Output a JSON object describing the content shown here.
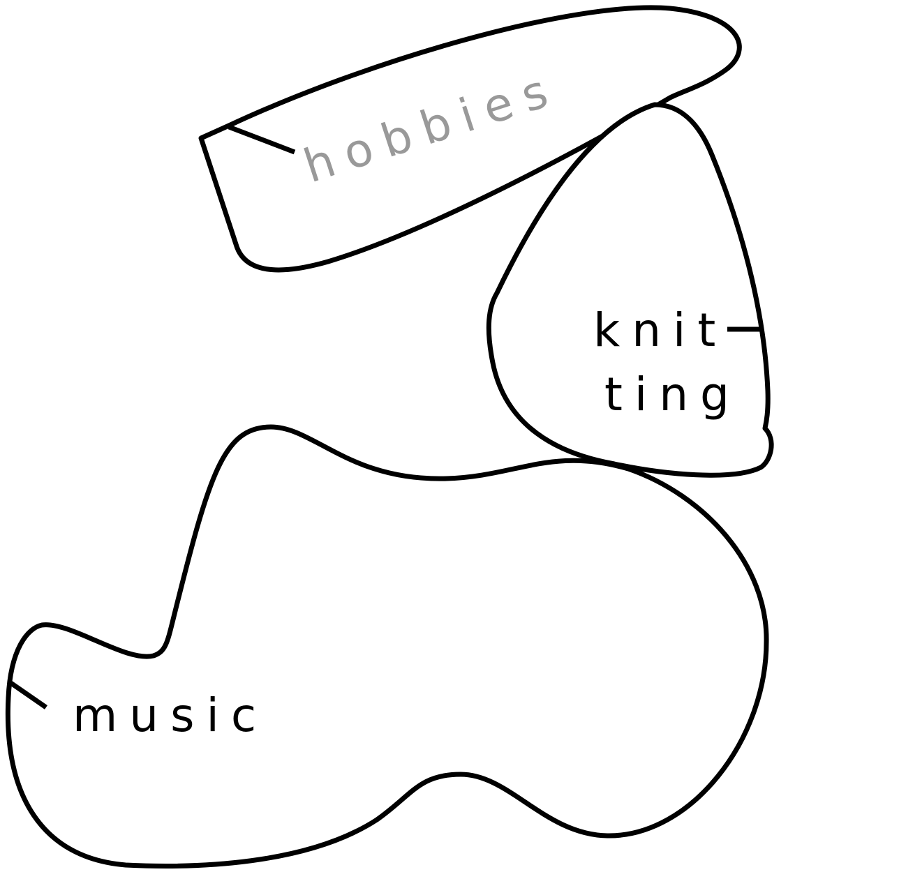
{
  "labels": {
    "hobbies": "hobbies",
    "knitting_line1": "knit",
    "knitting_line2": "ting",
    "music": "music"
  },
  "colors": {
    "outline": "#000000",
    "label_dark": "#000000",
    "label_muted": "#999999",
    "background": "#ffffff"
  }
}
